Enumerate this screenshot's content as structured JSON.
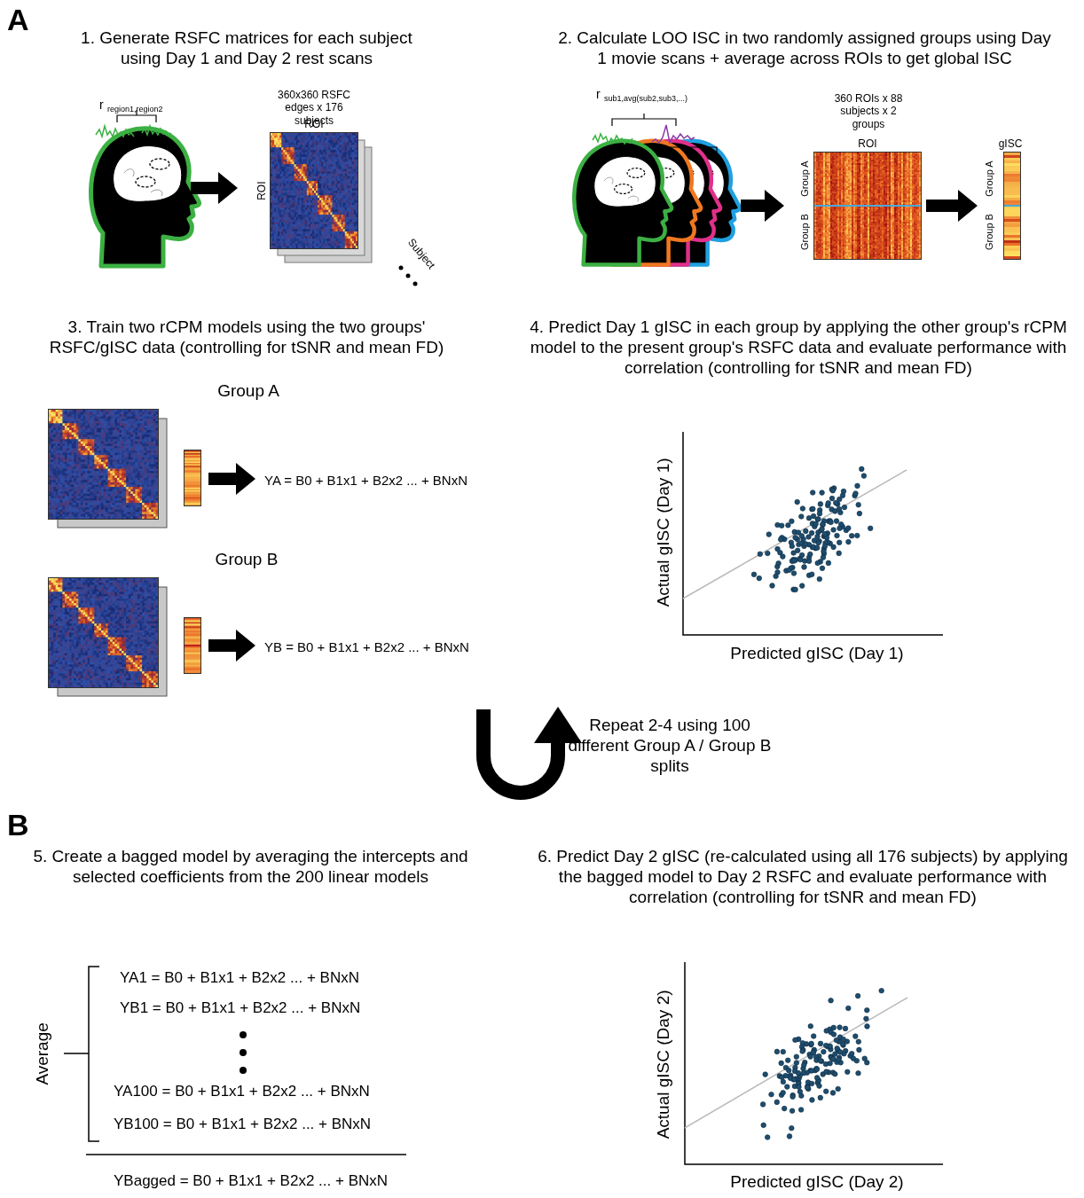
{
  "diagram": {
    "nodes": [
      {
        "text": [
          "360x360 RSFC edges x 176 subjects",
          "ROI",
          "ROI",
          "Subject"
        ]
      },
      {
        "text": [
          "360 ROIs x 88 subjects x 2 groups",
          "ROI",
          "Group A",
          "Group B"
        ]
      },
      {
        "text": [
          "gISC",
          "Group A",
          "Group B"
        ]
      }
    ],
    "edges": [
      {
        "from": 1,
        "to": 2,
        "arrow": "to"
      }
    ],
    "labels": [
      "A",
      "1. Generate RSFC matrices for each subject using Day 1 and Day 2 rest scans",
      "r",
      "region1,region2",
      "2. Calculate LOO ISC in two randomly assigned groups using Day 1 movie scans + average across ROIs to get global ISC",
      "r",
      "sub1,avg(sub2,sub3,...)",
      "3. Train two rCPM models using the two groups' RSFC/gISC data (controlling for tSNR and mean FD)",
      "Group A",
      "YA = B0 + B1x1 + B2x2 ... + BNxN",
      "Group B",
      "YB = B0 + B1x1 + B2x2 ... + BNxN",
      "4. Predict Day 1 gISC in each group by applying the other group's rCPM model to the present group's RSFC data and evaluate performance with correlation (controlling for tSNR and mean FD)",
      "Actual gISC (Day 1)",
      "Predicted gISC (Day 1)",
      "Repeat 2-4 using 100 different Group A / Group B splits",
      "B",
      "5. Create a bagged model by averaging the intercepts and selected coefficients from the 200 linear models",
      "Average",
      "YA1 = B0 + B1x1 + B2x2 ... + BNxN",
      "YB1 = B0 + B1x1 + B2x2 ... + BNxN",
      "YA100 = B0 + B1x1 + B2x2 ... + BNxN",
      "YB100 = B0 + B1x1 + B2x2 ... + BNxN",
      "YBagged = B0 + B1x1 + B2x2 ... + BNxN",
      "6. Predict Day 2 gISC (re-calculated using all 176 subjects) by applying the bagged model to Day 2 RSFC and evaluate performance with correlation (controlling for tSNR and mean FD)",
      "Actual gISC (Day 2)",
      "Predicted gISC (Day 2)"
    ]
  }
}
